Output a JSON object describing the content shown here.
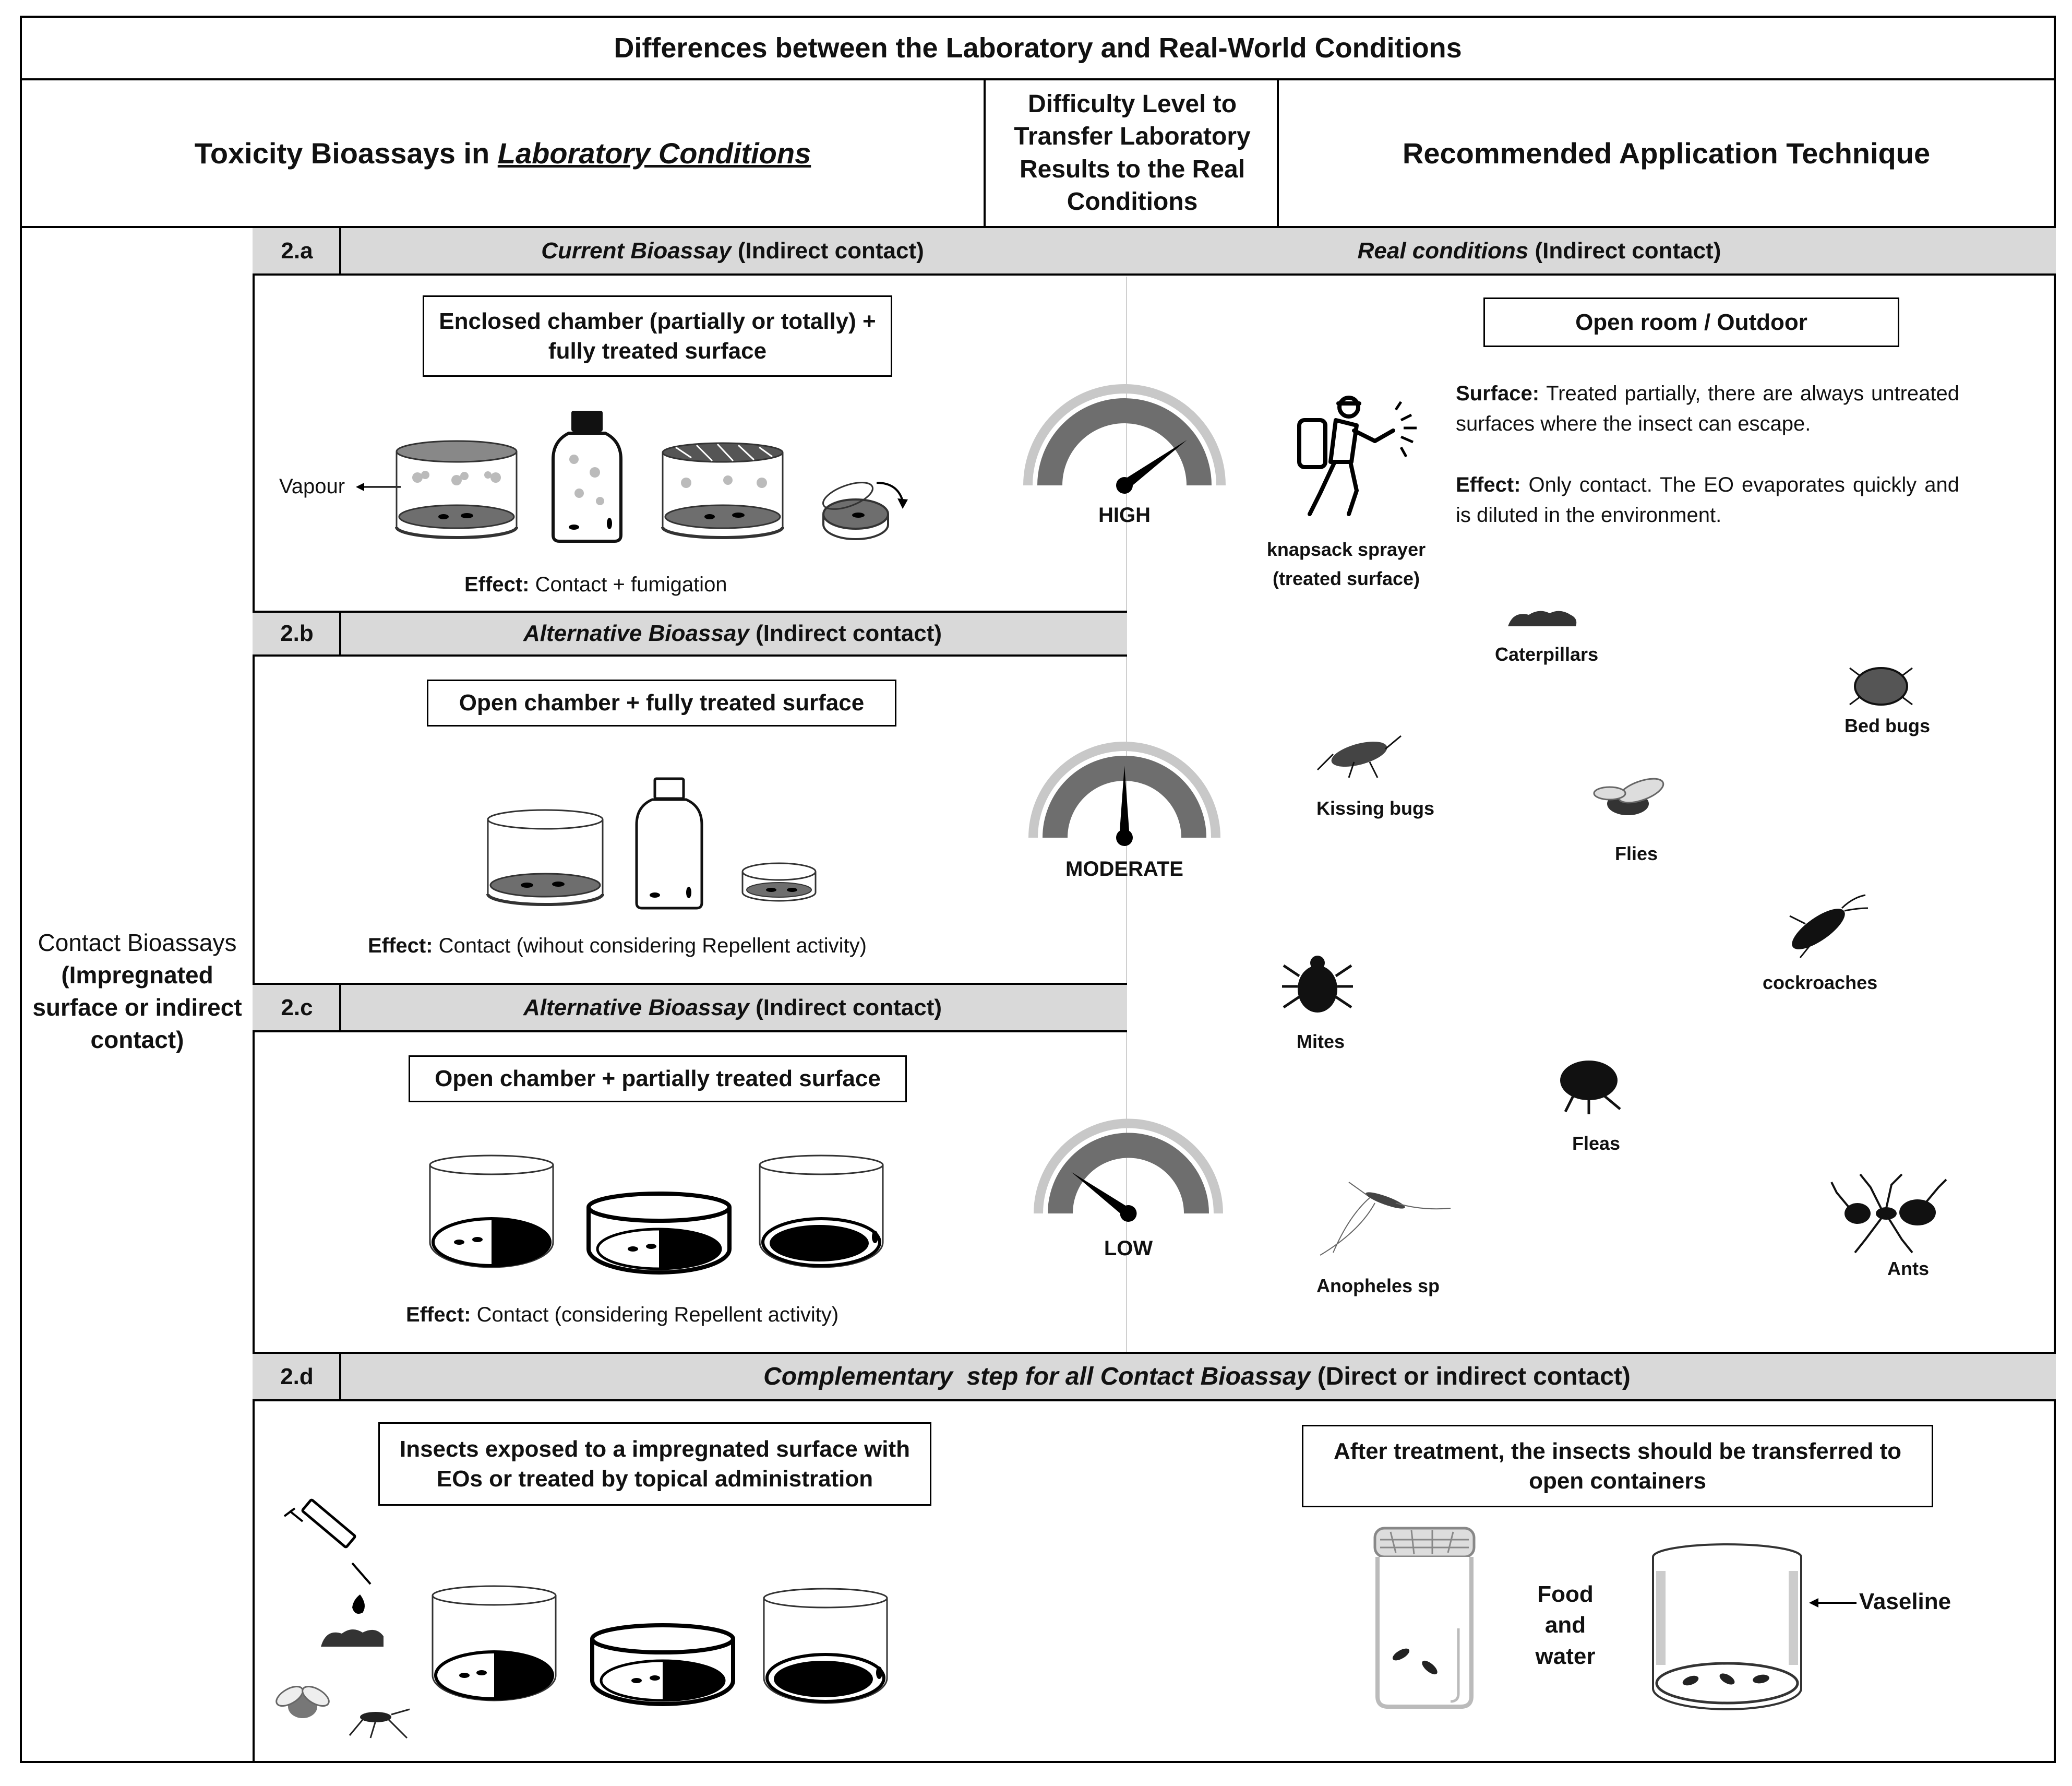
{
  "title": "Differences between the Laboratory and Real-World Conditions",
  "headers": {
    "lab_prefix": "Toxicity Bioassays in ",
    "lab_emph": "Laboratory Conditions",
    "difficulty": "Difficulty Level to Transfer Laboratory Results to the Real Conditions",
    "recommended": "Recommended Application Technique"
  },
  "row_label": {
    "line1": "Contact Bioassays",
    "line2": "(Impregnated surface or indirect contact)"
  },
  "sections": {
    "a": {
      "id": "2.a",
      "title_italic": "Current Bioassay",
      "title_rest": " (Indirect contact)",
      "box": "Enclosed chamber (partially or totally) + fully treated surface",
      "vapour": "Vapour",
      "effect_label": "Effect:",
      "effect_text": " Contact + fumigation",
      "gauge": "HIGH"
    },
    "b": {
      "id": "2.b",
      "title_italic": "Alternative Bioassay",
      "title_rest": " (Indirect contact)",
      "box": "Open chamber + fully treated surface",
      "effect_label": "Effect:",
      "effect_text": " Contact (wihout considering Repellent activity)",
      "gauge": "MODERATE"
    },
    "c": {
      "id": "2.c",
      "title_italic": "Alternative Bioassay",
      "title_rest": " (Indirect contact)",
      "box": "Open chamber + partially treated surface",
      "effect_label": "Effect:",
      "effect_text": " Contact (considering Repellent activity)",
      "gauge": "LOW"
    },
    "d": {
      "id": "2.d",
      "title_italic": "Complementary  step for all Contact Bioassay",
      "title_rest": " (Direct or indirect contact)",
      "box_left": "Insects exposed to a impregnated surface with EOs or treated by topical administration",
      "box_right": "After treatment, the insects should be transferred to open containers",
      "food": "Food and water",
      "vaseline": "Vaseline"
    }
  },
  "real": {
    "title_italic": "Real conditions",
    "title_rest": " (Indirect contact)",
    "box": "Open room / Outdoor",
    "surface_label": "Surface:",
    "surface_text": " Treated partially, there are always untreated surfaces where the insect can escape.",
    "effect_label": "Effect:",
    "effect_text": " Only contact. The EO evaporates quickly and is diluted in the environment.",
    "sprayer": "knapsack sprayer (treated surface)"
  },
  "insects": [
    "Caterpillars",
    "Bed bugs",
    "Kissing bugs",
    "Flies",
    "cockroaches",
    "Mites",
    "Fleas",
    "Anopheles sp",
    "Ants"
  ],
  "gauge_levels": {
    "high": 0.8,
    "moderate": 0.5,
    "low": 0.2
  },
  "colors": {
    "bar": "#d9d9d9",
    "gauge_dark": "#6e6e6e",
    "gauge_light": "#c8c8c8"
  }
}
